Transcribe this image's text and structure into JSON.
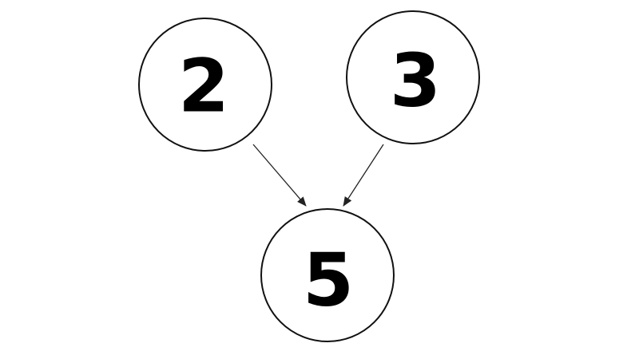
{
  "diagram": {
    "nodes": [
      {
        "id": "a",
        "label": "2"
      },
      {
        "id": "b",
        "label": "3"
      },
      {
        "id": "sum",
        "label": "5"
      }
    ],
    "edges": [
      {
        "from": "a",
        "to": "sum"
      },
      {
        "from": "b",
        "to": "sum"
      }
    ],
    "colors": {
      "stroke": "#111111",
      "text": "#000000",
      "background": "#ffffff"
    }
  }
}
